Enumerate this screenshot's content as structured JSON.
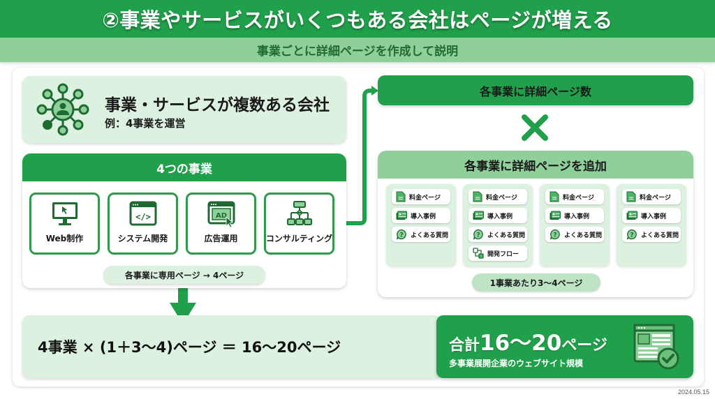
{
  "header": {
    "title": "②事業やサービスがいくつもある会社はページが増える",
    "subtitle": "事業ごとに詳細ページを作成して説明"
  },
  "company": {
    "icon": "network-hub-person-icon",
    "title": "事業・サービスが複数ある会社",
    "example": "例：4事業を運営"
  },
  "businesses": {
    "heading": "4つの事業",
    "items": [
      {
        "label": "Web制作",
        "icon": "monitor-cursor-icon"
      },
      {
        "label": "システム開発",
        "icon": "code-window-icon"
      },
      {
        "label": "広告運用",
        "icon": "ad-window-icon"
      },
      {
        "label": "コンサルティング",
        "icon": "flowchart-icon"
      }
    ],
    "note": "各事業に専用ページ → 4ページ"
  },
  "detail_count": {
    "label": "各事業に詳細ページ数",
    "operator": "×"
  },
  "detail_pages": {
    "heading": "各事業に詳細ページを追加",
    "columns": [
      {
        "pages": [
          {
            "label": "料金ページ",
            "icon": "document-icon"
          },
          {
            "label": "導入事例",
            "icon": "case-card-icon"
          },
          {
            "label": "よくある質問",
            "icon": "question-bubble-icon"
          }
        ]
      },
      {
        "pages": [
          {
            "label": "料金ページ",
            "icon": "document-icon"
          },
          {
            "label": "導入事例",
            "icon": "case-card-icon"
          },
          {
            "label": "よくある質問",
            "icon": "question-bubble-icon"
          },
          {
            "label": "開発フロー",
            "icon": "flow-icon"
          }
        ]
      },
      {
        "pages": [
          {
            "label": "料金ページ",
            "icon": "document-icon"
          },
          {
            "label": "導入事例",
            "icon": "case-card-icon"
          },
          {
            "label": "よくある質問",
            "icon": "question-bubble-icon"
          }
        ]
      },
      {
        "pages": [
          {
            "label": "料金ページ",
            "icon": "document-icon"
          },
          {
            "label": "導入事例",
            "icon": "case-card-icon"
          },
          {
            "label": "よくある質問",
            "icon": "question-bubble-icon"
          }
        ]
      }
    ],
    "note": "1事業あたり3〜4ページ"
  },
  "formula": {
    "text": "4事業 × (1＋3〜4)ページ ＝ 16〜20ページ"
  },
  "total": {
    "prefix": "合計",
    "range": "16〜20",
    "suffix": "ページ",
    "subtitle": "多事業展開企業のウェブサイト規模",
    "icon": "website-check-icon"
  },
  "date": "2024.05.15",
  "colors": {
    "primary": "#21a04b",
    "light": "#8fd09a",
    "pale": "#ddf1e1",
    "dark": "#1e6b32"
  }
}
